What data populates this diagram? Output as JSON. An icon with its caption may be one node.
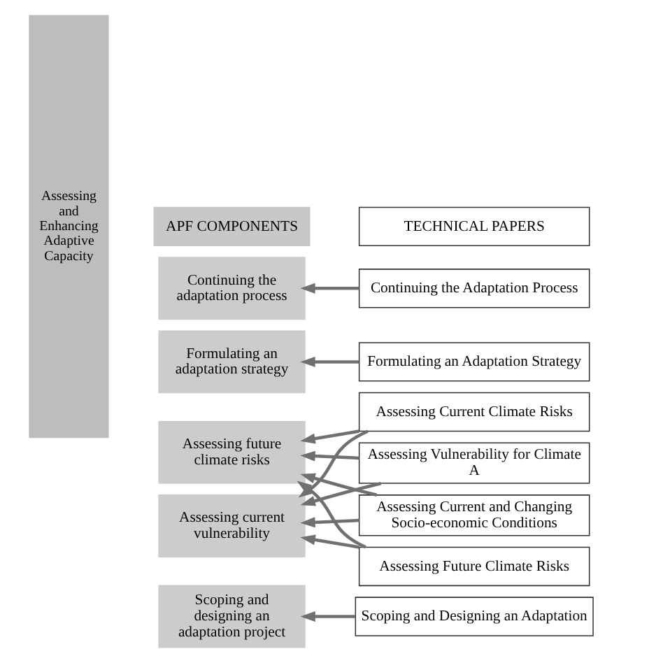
{
  "diagram": {
    "nodes": [
      {
        "text": [
          "Assessing and Enhancing Adaptive Capacity"
        ]
      },
      {
        "text": [
          "APF COMPONENTS"
        ]
      },
      {
        "text": [
          "TECHNICAL PAPERS"
        ]
      },
      {
        "text": [
          "Continuing the adaptation process"
        ]
      },
      {
        "text": [
          "Continuing the Adaptation Process"
        ]
      },
      {
        "text": [
          "Formulating an adaptation strategy"
        ]
      },
      {
        "text": [
          "Formulating an Adaptation Strategy"
        ]
      },
      {
        "text": [
          "Assessing future climate risks"
        ]
      },
      {
        "text": [
          "Assessing Current and Changing Socio-economic Conditions"
        ]
      },
      {
        "text": [
          "Assessing Future Climate Risks"
        ]
      },
      {
        "text": [
          "Assessing current vulnerability"
        ]
      },
      {
        "text": [
          "Assessing Current Climate Risks"
        ]
      },
      {
        "text": [
          "Assessing Vulnerability for Climate A"
        ]
      },
      {
        "text": [
          "Scoping and designing an adaptation project"
        ]
      },
      {
        "text": [
          "Scoping and Designing an Adaptation"
        ]
      }
    ],
    "edges": [
      {
        "from": 4,
        "to": 3,
        "arrow": "to"
      },
      {
        "from": 6,
        "to": 5,
        "arrow": "to"
      },
      {
        "from": 8,
        "to": 7,
        "arrow": "to"
      },
      {
        "from": 8,
        "to": 10,
        "arrow": "to"
      },
      {
        "from": 9,
        "to": 7,
        "arrow": "to"
      },
      {
        "from": 9,
        "to": 10,
        "arrow": "to"
      },
      {
        "from": 11,
        "to": 7,
        "arrow": "to"
      },
      {
        "from": 11,
        "to": 10,
        "arrow": "to"
      },
      {
        "from": 12,
        "to": 7,
        "arrow": "to"
      },
      {
        "from": 12,
        "to": 10,
        "arrow": "to"
      },
      {
        "from": 14,
        "to": 13,
        "arrow": "to"
      }
    ]
  }
}
